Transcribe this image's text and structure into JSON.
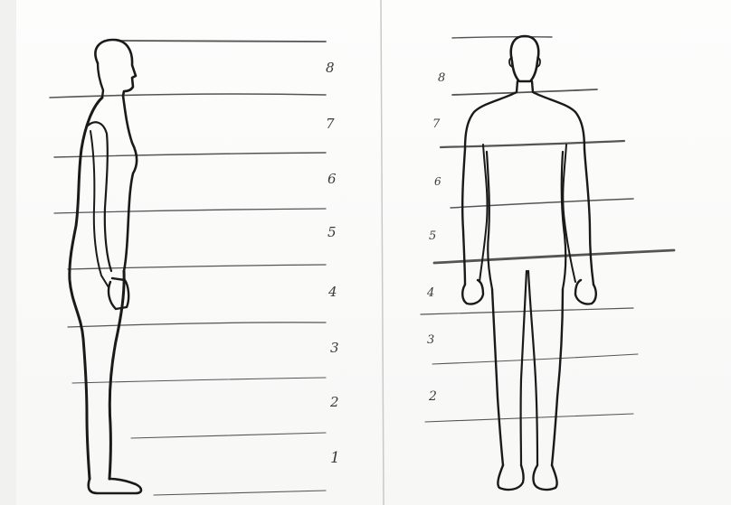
{
  "sketch": {
    "left_figure": {
      "view": "side profile",
      "labels": [
        "8",
        "7",
        "6",
        "5",
        "4",
        "3",
        "2",
        "1"
      ]
    },
    "right_figure": {
      "view": "front",
      "labels": [
        "8",
        "7",
        "6",
        "5",
        "4",
        "3",
        "2"
      ]
    }
  }
}
